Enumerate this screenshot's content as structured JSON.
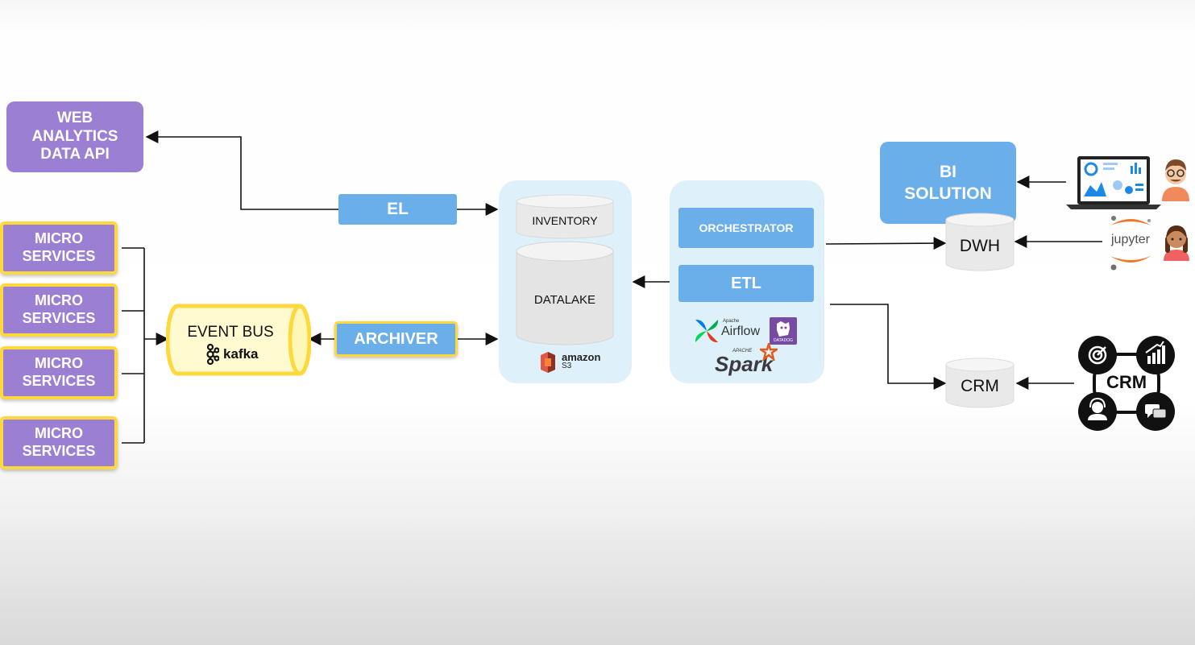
{
  "web_analytics": "WEB\nANALYTICS\nDATA API",
  "micro_services": [
    "MICRO\nSERVICES",
    "MICRO\nSERVICES",
    "MICRO\nSERVICES",
    "MICRO\nSERVICES"
  ],
  "event_bus": {
    "label": "EVENT BUS",
    "logo": "kafka"
  },
  "el_label": "EL",
  "archiver_label": "ARCHIVER",
  "storage": {
    "inventory": "INVENTORY",
    "datalake": "DATALAKE",
    "logo_name": "amazon",
    "logo_sub": "S3"
  },
  "processing": {
    "orchestrator": "ORCHESTRATOR",
    "etl": "ETL",
    "airflow_top": "Apache",
    "airflow": "Airflow",
    "datadog": "DATADOG",
    "spark_top": "APACHE",
    "spark": "Spark"
  },
  "bi_solution": "BI\nSOLUTION",
  "dwh": "DWH",
  "crm_db": "CRM",
  "crm_badge": "CRM",
  "jupyter": "jupyter",
  "colors": {
    "purple": "#9b7fd3",
    "blue": "#6aaeea",
    "yellow": "#ffd83d",
    "panel": "#def1fb"
  }
}
